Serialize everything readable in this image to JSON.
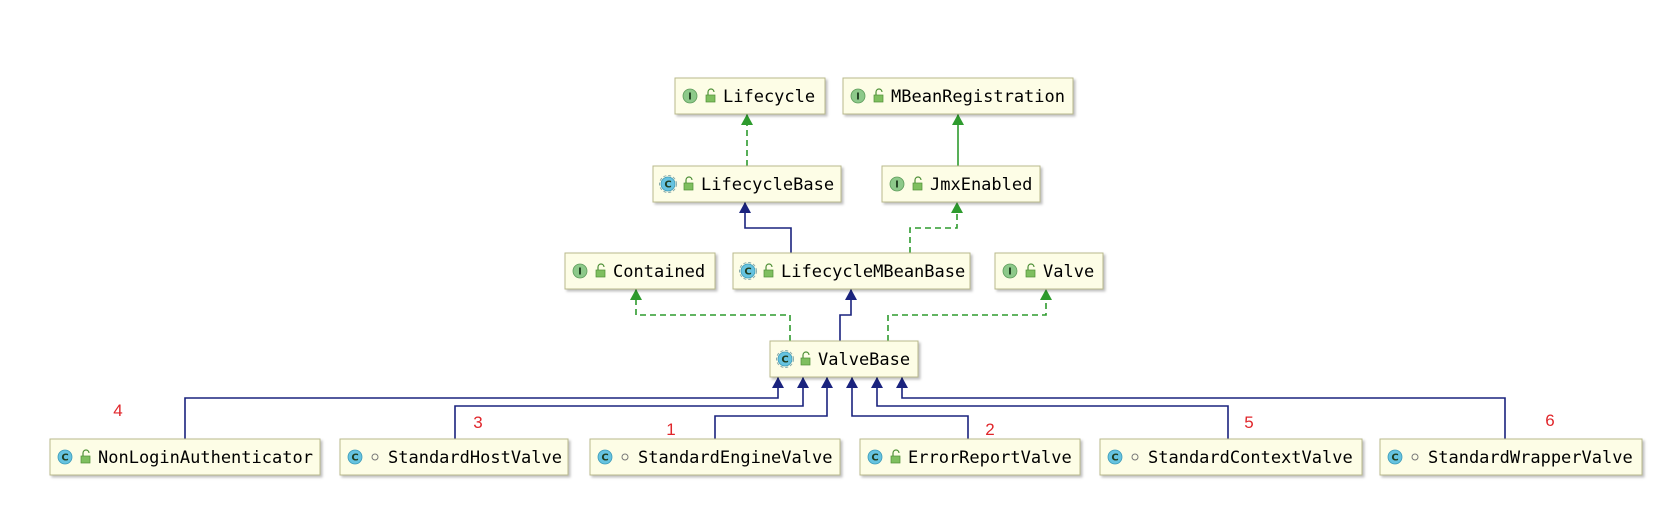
{
  "nodes": [
    {
      "id": "Lifecycle",
      "label": "Lifecycle",
      "kind": "interface",
      "access": "public"
    },
    {
      "id": "MBeanRegistration",
      "label": "MBeanRegistration",
      "kind": "interface",
      "access": "public"
    },
    {
      "id": "LifecycleBase",
      "label": "LifecycleBase",
      "kind": "abstract-class",
      "access": "public"
    },
    {
      "id": "JmxEnabled",
      "label": "JmxEnabled",
      "kind": "interface",
      "access": "public"
    },
    {
      "id": "Contained",
      "label": "Contained",
      "kind": "interface",
      "access": "public"
    },
    {
      "id": "LifecycleMBeanBase",
      "label": "LifecycleMBeanBase",
      "kind": "abstract-class",
      "access": "public"
    },
    {
      "id": "Valve",
      "label": "Valve",
      "kind": "interface",
      "access": "public"
    },
    {
      "id": "ValveBase",
      "label": "ValveBase",
      "kind": "abstract-class",
      "access": "public"
    },
    {
      "id": "NonLoginAuthenticator",
      "label": "NonLoginAuthenticator",
      "kind": "class",
      "access": "public"
    },
    {
      "id": "StandardHostValve",
      "label": "StandardHostValve",
      "kind": "class",
      "access": "package"
    },
    {
      "id": "StandardEngineValve",
      "label": "StandardEngineValve",
      "kind": "class",
      "access": "package"
    },
    {
      "id": "ErrorReportValve",
      "label": "ErrorReportValve",
      "kind": "class",
      "access": "public"
    },
    {
      "id": "StandardContextValve",
      "label": "StandardContextValve",
      "kind": "class",
      "access": "package"
    },
    {
      "id": "StandardWrapperValve",
      "label": "StandardWrapperValve",
      "kind": "class",
      "access": "package"
    }
  ],
  "edges": [
    {
      "from": "LifecycleBase",
      "to": "Lifecycle",
      "type": "implements"
    },
    {
      "from": "JmxEnabled",
      "to": "MBeanRegistration",
      "type": "extends-interface"
    },
    {
      "from": "LifecycleMBeanBase",
      "to": "LifecycleBase",
      "type": "extends"
    },
    {
      "from": "LifecycleMBeanBase",
      "to": "JmxEnabled",
      "type": "implements"
    },
    {
      "from": "ValveBase",
      "to": "Contained",
      "type": "implements"
    },
    {
      "from": "ValveBase",
      "to": "LifecycleMBeanBase",
      "type": "extends"
    },
    {
      "from": "ValveBase",
      "to": "Valve",
      "type": "implements"
    },
    {
      "from": "NonLoginAuthenticator",
      "to": "ValveBase",
      "type": "extends"
    },
    {
      "from": "StandardHostValve",
      "to": "ValveBase",
      "type": "extends"
    },
    {
      "from": "StandardEngineValve",
      "to": "ValveBase",
      "type": "extends"
    },
    {
      "from": "ErrorReportValve",
      "to": "ValveBase",
      "type": "extends"
    },
    {
      "from": "StandardContextValve",
      "to": "ValveBase",
      "type": "extends"
    },
    {
      "from": "StandardWrapperValve",
      "to": "ValveBase",
      "type": "extends"
    }
  ],
  "annotations": [
    {
      "text": "4",
      "near": "NonLoginAuthenticator"
    },
    {
      "text": "3",
      "near": "StandardHostValve"
    },
    {
      "text": "1",
      "near": "StandardEngineValve"
    },
    {
      "text": "2",
      "near": "ErrorReportValve"
    },
    {
      "text": "5",
      "near": "StandardContextValve"
    },
    {
      "text": "6",
      "near": "StandardWrapperValve"
    }
  ],
  "colors": {
    "node_fill": "#fdfde6",
    "node_border": "#b9b98c",
    "extends_edge": "#1a237e",
    "implements_edge": "#2e9b2e",
    "interface_badge": "#8dc98a",
    "class_badge": "#66c3e0",
    "annotation": "#e0262b"
  }
}
